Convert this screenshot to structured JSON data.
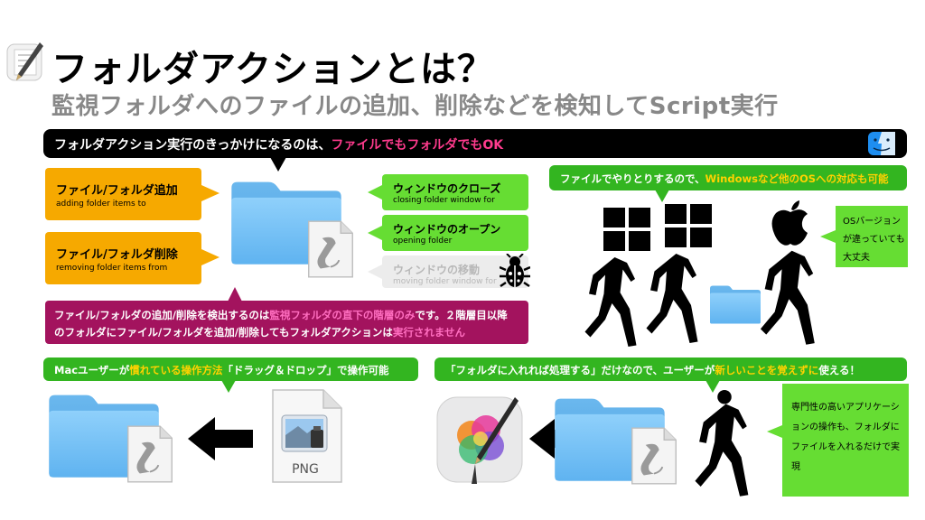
{
  "header": {
    "title": "フォルダアクションとは？",
    "subtitle": "監視フォルダへのファイルの追加、削除などを検知してScript実行"
  },
  "top_banner": {
    "prefix": "フォルダアクション実行のきっかけになるのは、",
    "highlight": "ファイルでもフォルダでもOK"
  },
  "callouts": {
    "add": {
      "title": "ファイル/フォルダ追加",
      "sub": "adding folder items to"
    },
    "remove": {
      "title": "ファイル/フォルダ削除",
      "sub": "removing folder items from"
    },
    "close": {
      "title": "ウィンドウのクローズ",
      "sub": "closing folder window for"
    },
    "open": {
      "title": "ウィンドウのオープン",
      "sub": "opening folder"
    },
    "move": {
      "title": "ウィンドウの移動",
      "sub": "moving folder window for"
    }
  },
  "note_purple": {
    "l1_a": "ファイル/フォルダの追加/削除を検出するのは",
    "l1_b": "監視フォルダの直下の階層のみ",
    "l1_c": "です。２階層目以降",
    "l2_a": "のフォルダにファイル/フォルダを追加/削除してもフォルダアクションは",
    "l2_b": "実行されません"
  },
  "os_banner": {
    "a": "ファイルでやりとりするので、",
    "b": "Windowsなど他のOSへの対応も可能"
  },
  "os_note": "OSバージョンが違っていても大丈夫",
  "mac_banner": {
    "a": "Macユーザーが",
    "b": "慣れている操作方法",
    "c": "「ドラッグ＆ドロップ」で操作可能"
  },
  "folder_banner": {
    "a": "「フォルダに入れれば処理する」だけなので、ユーザーが",
    "b": "新しいことを覚えずに",
    "c": "使える！"
  },
  "pro_note": "専門性の高いアプリケーションの操作も、フォルダにファイルを入れるだけで実現",
  "png_label": "PNG",
  "colors": {
    "orange": "#f6a900",
    "green": "#66dd33",
    "dark_green": "#33b520",
    "purple": "#a3135e",
    "folder_blue": "#7cc4f5"
  },
  "icons": [
    "script-editor-icon",
    "finder-icon",
    "folder-icon",
    "script-document-icon",
    "bug-icon",
    "windows-logo-icon",
    "apple-logo-icon",
    "walking-person-icon",
    "png-file-icon",
    "pixelmator-app-icon",
    "left-arrow-icon"
  ]
}
